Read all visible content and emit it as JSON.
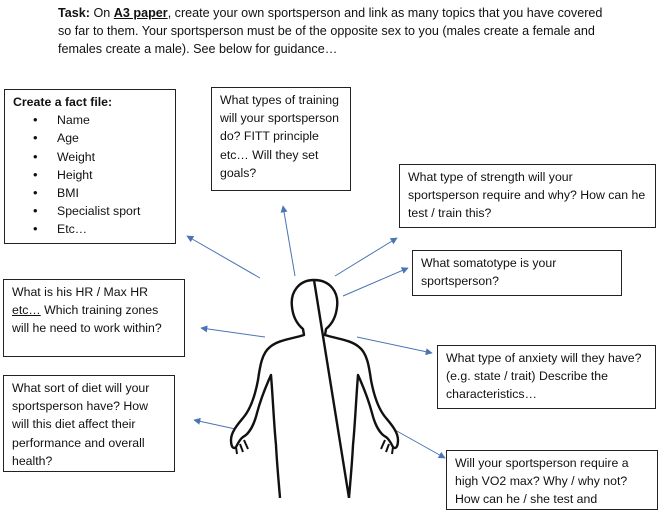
{
  "task": {
    "label": "Task:",
    "text_1": " On ",
    "paper": "A3 paper",
    "text_2": ", create your own sportsperson and link as many topics that you have covered so far to them. Your sportsperson must be of the opposite sex to you (males create a female and females create a male). See below for guidance…"
  },
  "fact_file": {
    "title": "Create a fact file:",
    "items": [
      "Name",
      "Age",
      "Weight",
      "Height",
      "BMI",
      "Specialist sport",
      "Etc…"
    ]
  },
  "boxes": {
    "training": "What types of training will your sportsperson do? FITT principle etc… Will they set goals?",
    "strength": "What type of strength will your sportsperson require and why? How can he test / train this?",
    "somatotype": "What somatotype is your sportsperson?",
    "hr_pre": "What is his HR / Max HR ",
    "hr_etc": "etc…",
    "hr_post": " Which training zones will he need to work within?",
    "anxiety": "What type of anxiety will they have? (e.g. state / trait) Describe the characteristics…",
    "diet": "What sort of diet will your sportsperson have? How will this diet affect their performance and overall health?",
    "vo2": "Will your sportsperson require a high VO2 max? Why / why not? How can he / she test and"
  },
  "colors": {
    "arrow": "#4a74b4",
    "outline": "#111111"
  },
  "icons": {
    "figure": "human-outline-figure"
  }
}
